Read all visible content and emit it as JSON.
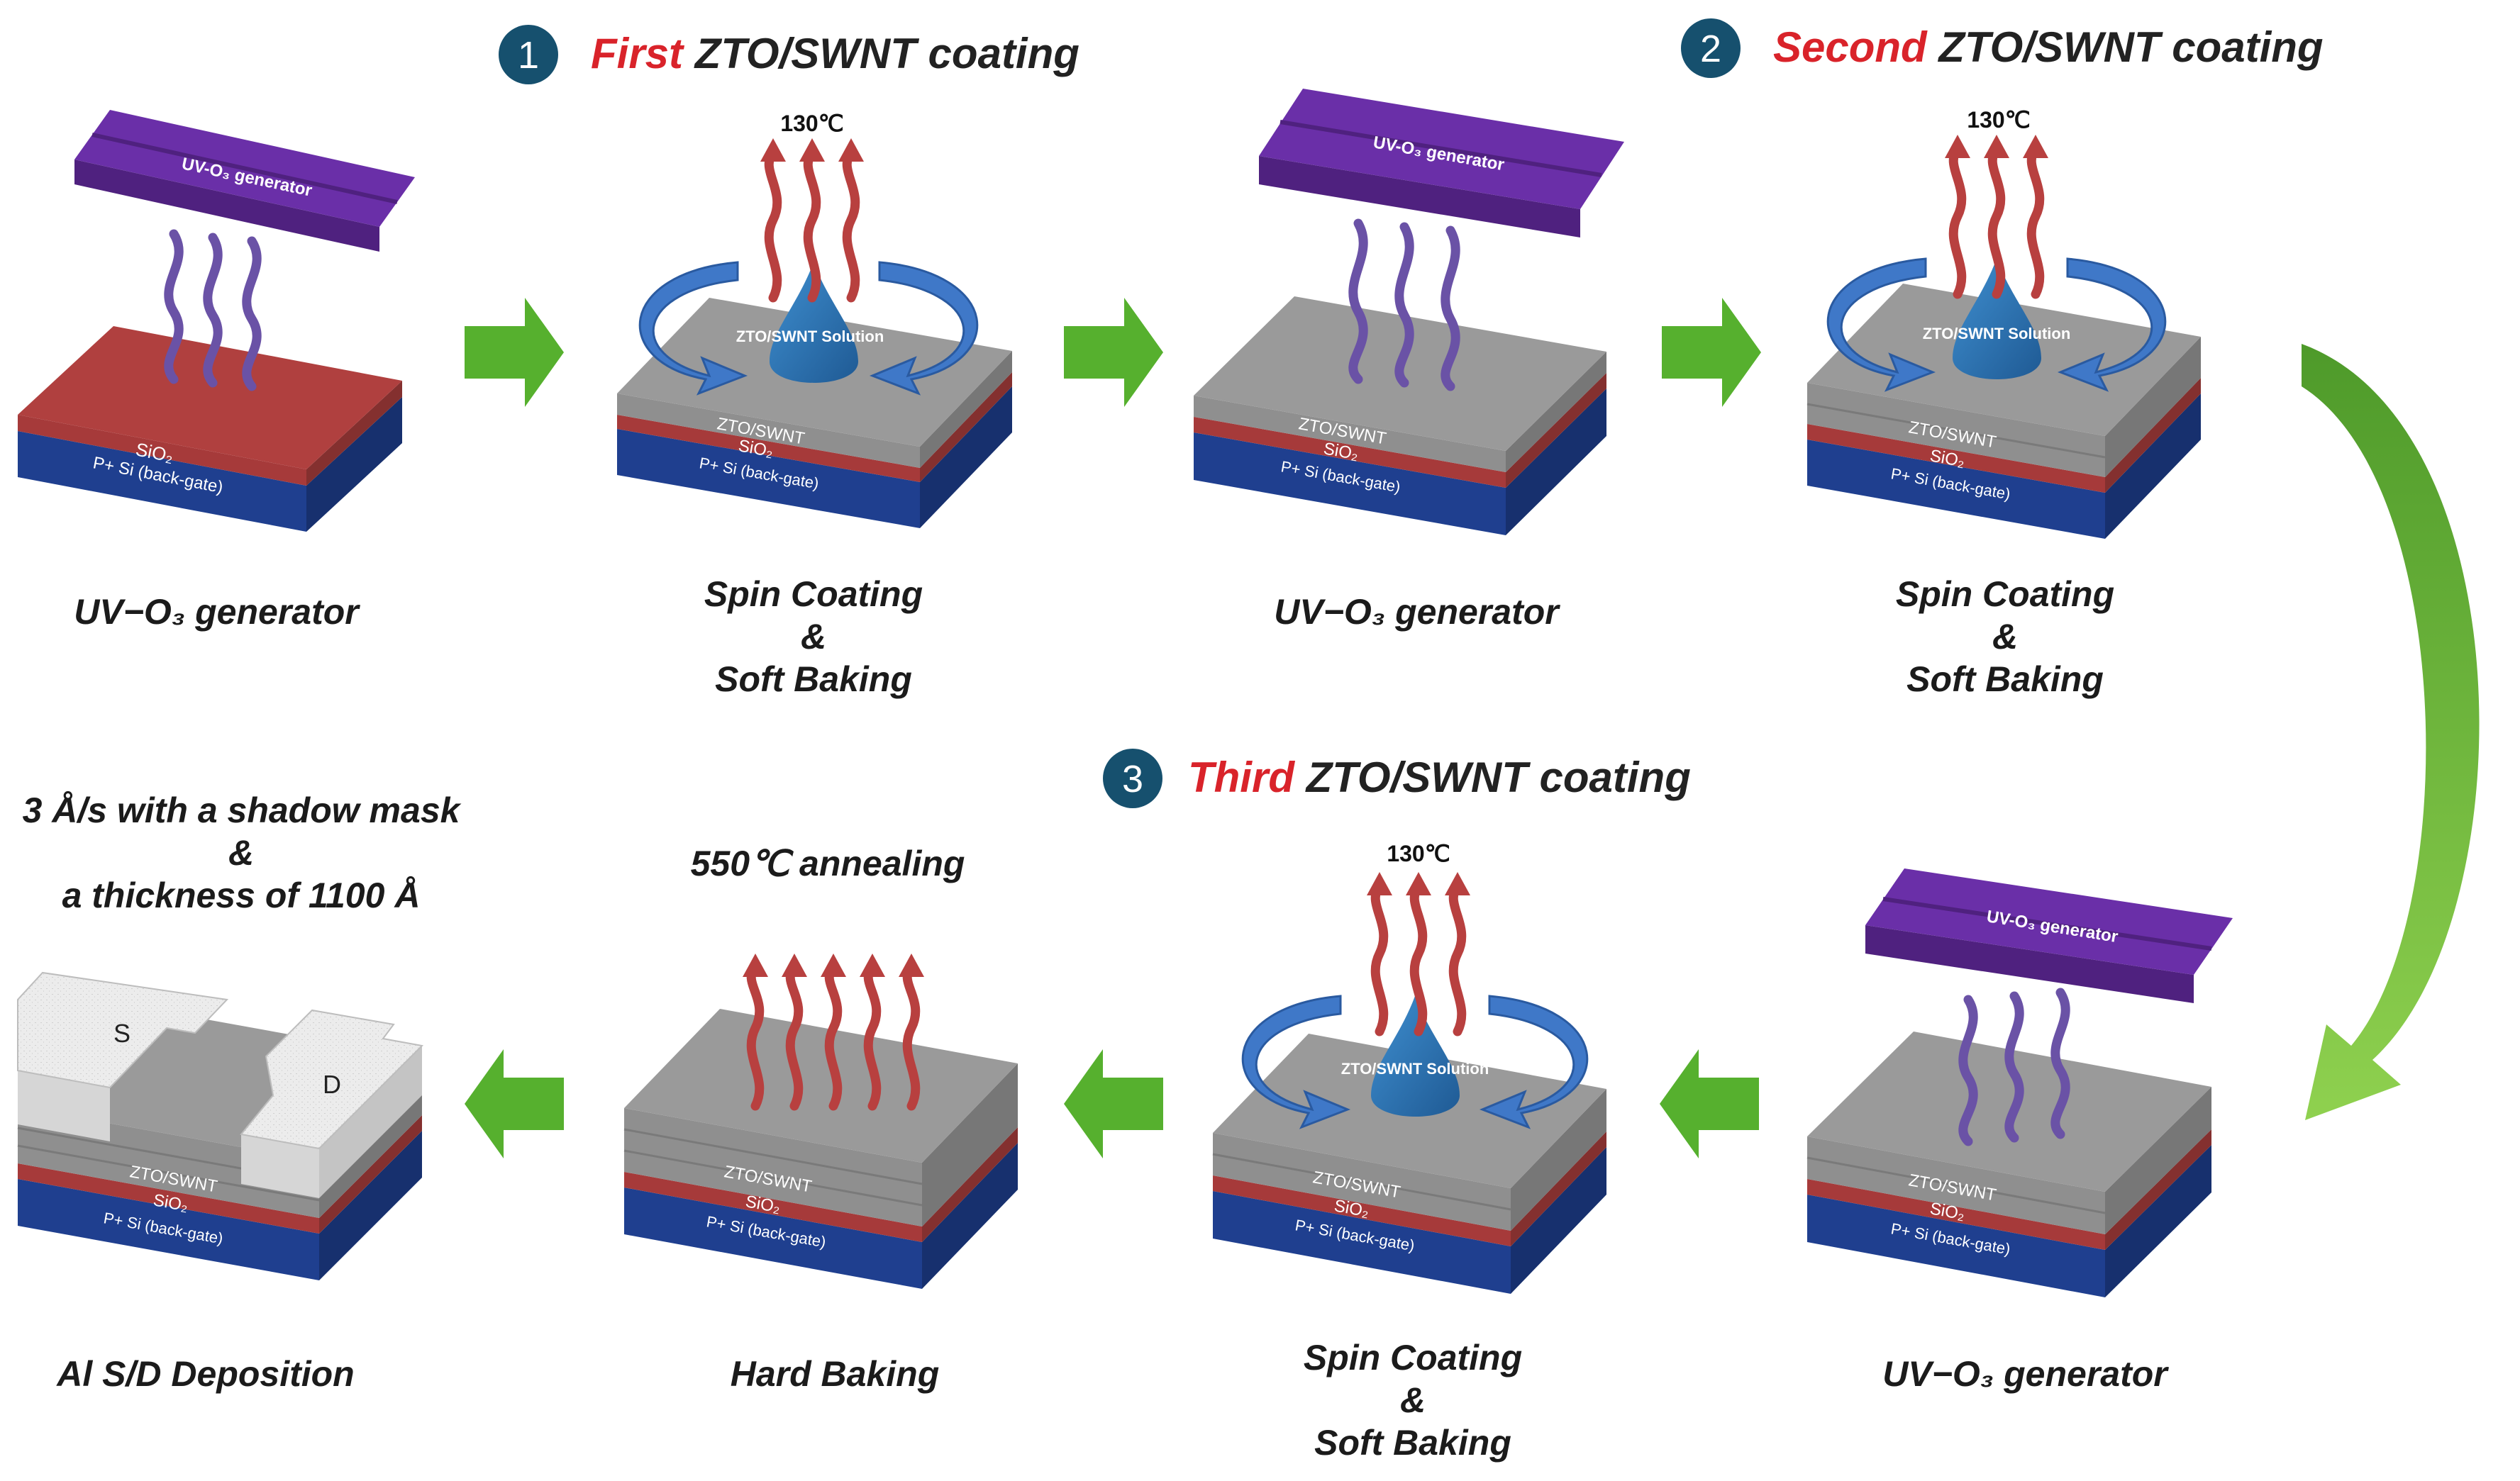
{
  "colors": {
    "silicon": "#1f3f8f",
    "oxide": "#a63a3a",
    "zto": "#8f8f8f",
    "generator": "#6a2fa8",
    "heat": "#b8403f",
    "uv": "#6a52a6",
    "process_arrow": "#56b02e",
    "step_circle": "#16506e",
    "highlight": "#d9232a"
  },
  "steps": {
    "first": {
      "number": "1",
      "word": "First",
      "rest": " ZTO/SWNT coating"
    },
    "second": {
      "number": "2",
      "word": "Second",
      "rest": " ZTO/SWNT coating"
    },
    "third": {
      "number": "3",
      "word": "Third",
      "rest": " ZTO/SWNT coating"
    }
  },
  "labels": {
    "generator": "UV-O₃ generator",
    "generator_caption": "UV−O₃ generator",
    "solution": "ZTO/SWNT Solution",
    "temp": "130℃",
    "sio2": "SiO₂",
    "psi": "P+ Si (back-gate)",
    "zto": "ZTO/SWNT",
    "source": "S",
    "drain": "D"
  },
  "captions": {
    "spin1": "Spin Coating",
    "amp": "&",
    "spin2": "Soft Baking",
    "hard": "Hard Baking",
    "deposition": "Al S/D Deposition",
    "anneal": "550℃ annealing",
    "dep_note1": "3 Å/s with a shadow mask",
    "dep_note2": "&",
    "dep_note3": "a thickness of 1100 Å"
  }
}
